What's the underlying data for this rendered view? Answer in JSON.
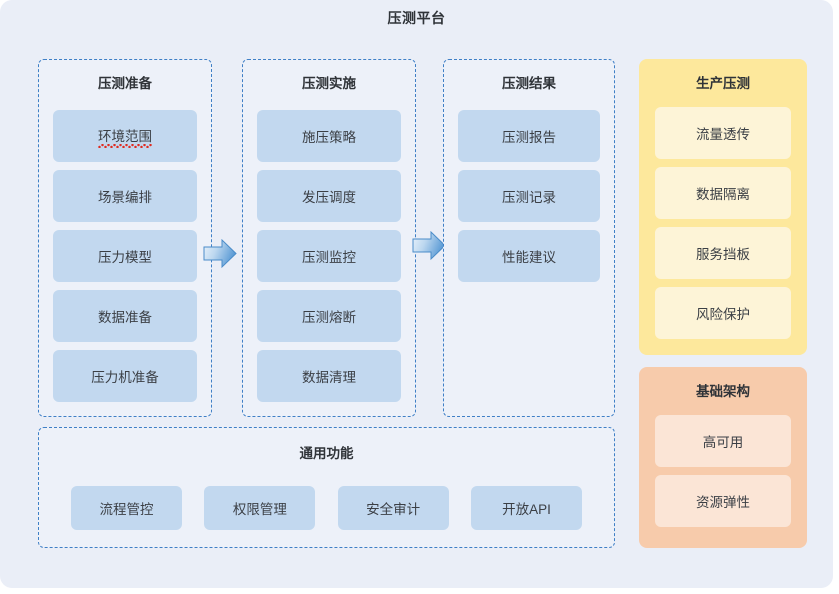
{
  "title": "压测平台",
  "colors": {
    "canvas_bg": "#eaeef7",
    "panel_bg": "#edf1f9",
    "panel_border": "#3f7fc6",
    "card_blue": "#c2d8ef",
    "panel_yellow": "#fde89c",
    "card_yellow": "#fdf4d7",
    "panel_orange": "#f7cbab",
    "card_orange": "#fbe5d6",
    "spellcheck_red": "#e02b20",
    "arrow_blue": "#5b9bd5"
  },
  "stages": [
    {
      "title": "压测准备",
      "items": [
        {
          "label": "环境范围",
          "misspelled": true
        },
        {
          "label": "场景编排",
          "misspelled": false
        },
        {
          "label": "压力模型",
          "misspelled": false
        },
        {
          "label": "数据准备",
          "misspelled": false
        },
        {
          "label": "压力机准备",
          "misspelled": false
        }
      ]
    },
    {
      "title": "压测实施",
      "items": [
        {
          "label": "施压策略",
          "misspelled": false
        },
        {
          "label": "发压调度",
          "misspelled": false
        },
        {
          "label": "压测监控",
          "misspelled": false
        },
        {
          "label": "压测熔断",
          "misspelled": false
        },
        {
          "label": "数据清理",
          "misspelled": false
        }
      ]
    },
    {
      "title": "压测结果",
      "items": [
        {
          "label": "压测报告",
          "misspelled": false
        },
        {
          "label": "压测记录",
          "misspelled": false
        },
        {
          "label": "性能建议",
          "misspelled": false
        }
      ]
    }
  ],
  "arrows": [
    {
      "name": "arrow-prepare-to-execute",
      "direction": "right"
    },
    {
      "name": "arrow-execute-to-result",
      "direction": "right"
    }
  ],
  "common": {
    "title": "通用功能",
    "items": [
      "流程管控",
      "权限管理",
      "安全审计",
      "开放API"
    ]
  },
  "side_panels": [
    {
      "title": "生产压测",
      "items": [
        "流量透传",
        "数据隔离",
        "服务挡板",
        "风险保护"
      ]
    },
    {
      "title": "基础架构",
      "items": [
        "高可用",
        "资源弹性"
      ]
    }
  ]
}
